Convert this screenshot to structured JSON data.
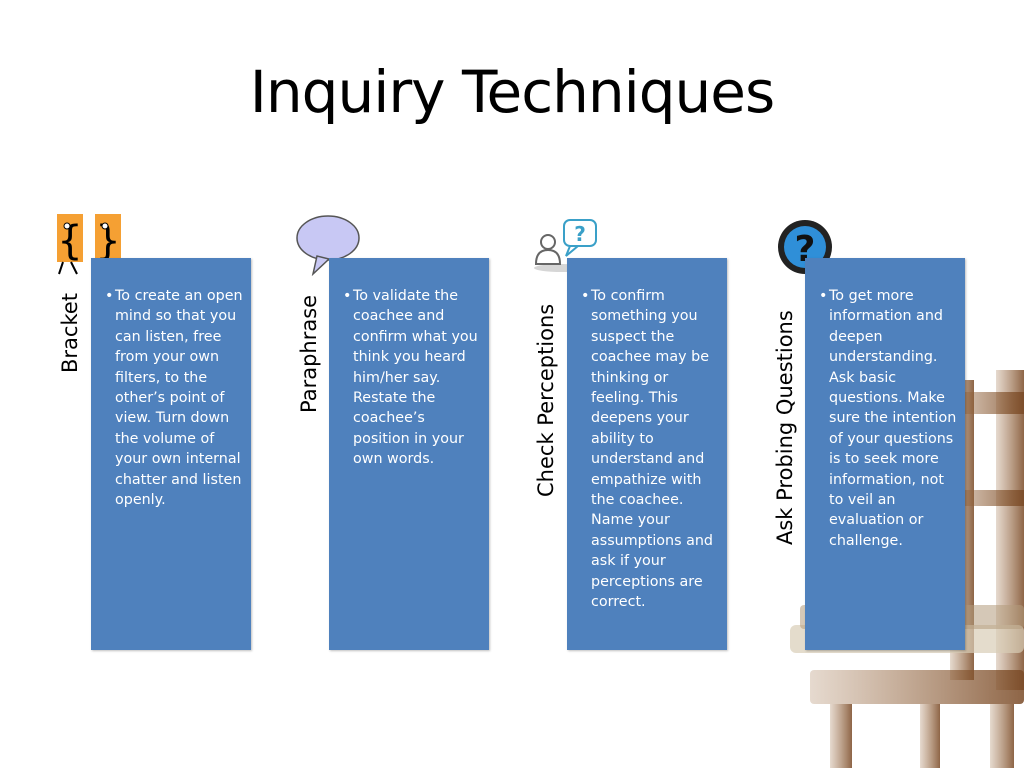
{
  "slide": {
    "title": "Inquiry Techniques"
  },
  "techniques": [
    {
      "label": "Bracket",
      "icon": "brackets-icon",
      "description": "To create an open mind so that you can listen, free from your own filters, to the other’s point of view. Turn down the volume of your own internal chatter and listen openly."
    },
    {
      "label": "Paraphrase",
      "icon": "speech-bubble-icon",
      "description": "To validate the coachee and confirm what you think you heard him/her say.  Restate the coachee’s position in your own words."
    },
    {
      "label": "Check Perceptions",
      "icon": "person-question-icon",
      "description": "To confirm something you suspect the coachee may be thinking or feeling.  This deepens your ability to understand and empathize with the coachee. Name your assumptions and ask if your perceptions are correct."
    },
    {
      "label": "Ask Probing Questions",
      "icon": "question-mark-icon",
      "description": "To get more information and deepen understanding. Ask basic questions. Make sure the intention of your questions is to seek more information, not to veil an evaluation or challenge."
    }
  ],
  "colors": {
    "card": "#4f81bd",
    "card_text": "#ffffff",
    "bracket_icon": "#f5a033",
    "bubble_icon": "#c8c8f4"
  }
}
